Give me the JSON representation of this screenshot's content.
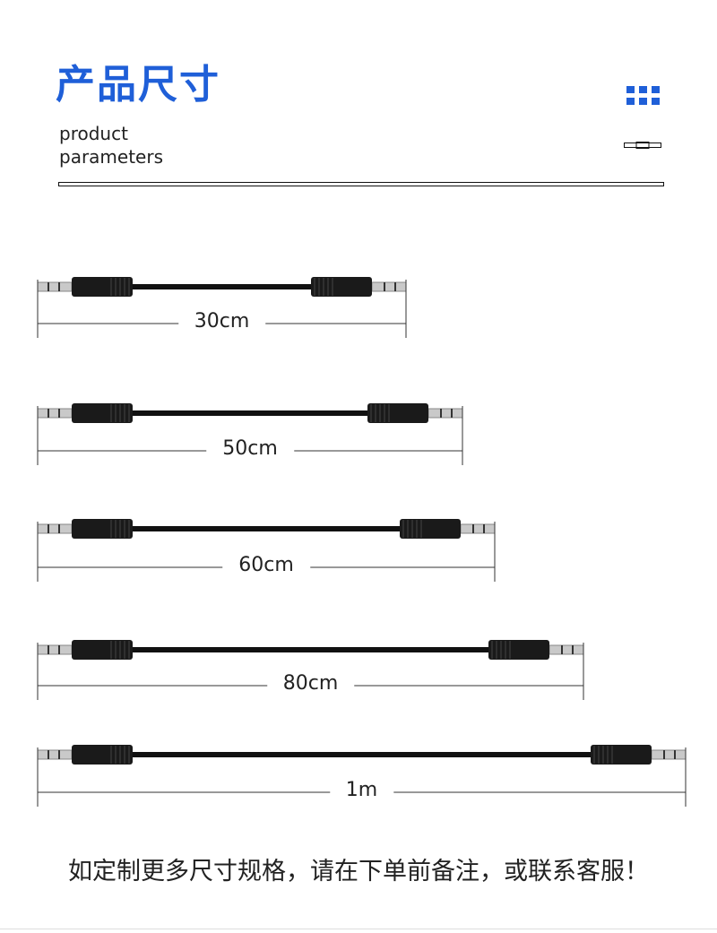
{
  "header": {
    "title": "产品尺寸",
    "subtitle_line1": "product",
    "subtitle_line2": "parameters",
    "accent": "#1f5fd8"
  },
  "cables": [
    {
      "label": "30cm"
    },
    {
      "label": "50cm"
    },
    {
      "label": "60cm"
    },
    {
      "label": "80cm"
    },
    {
      "label": "1m"
    }
  ],
  "footer": {
    "note": "如定制更多尺寸规格，请在下单前备注，或联系客服！"
  }
}
